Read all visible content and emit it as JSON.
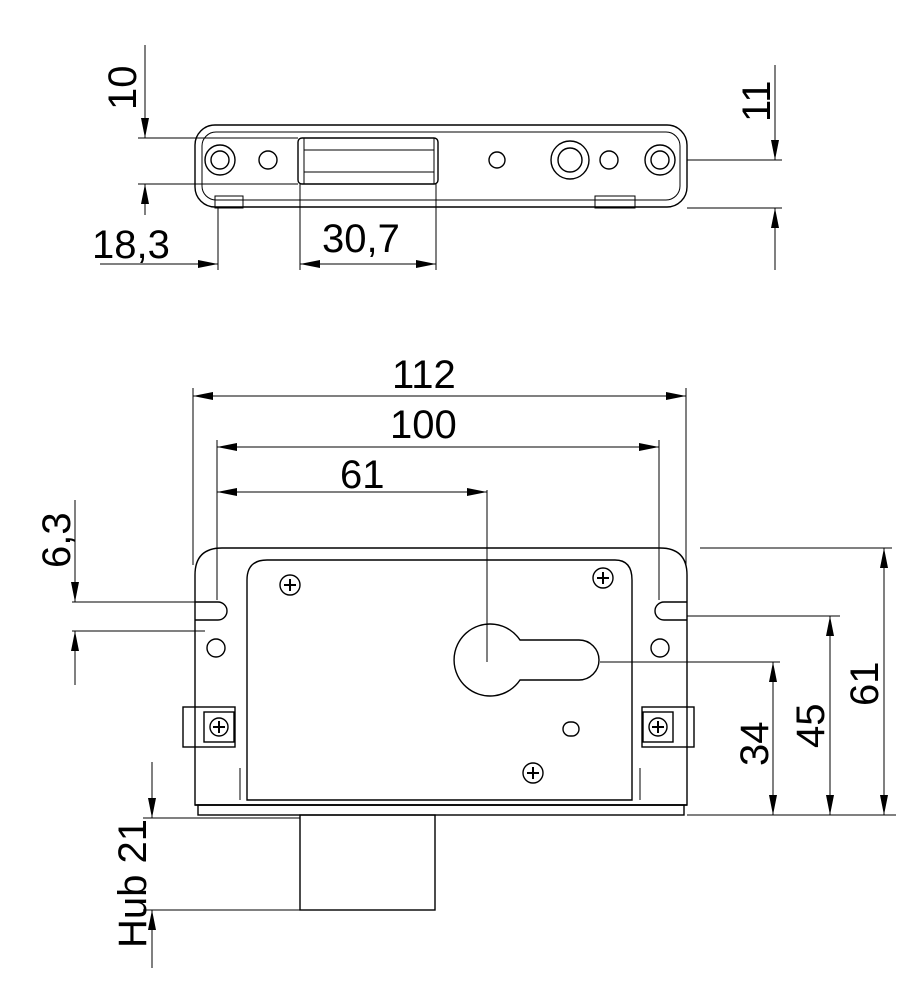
{
  "dimensions": {
    "top_height": "10",
    "top_right": "11",
    "top_offset": "18,3",
    "top_bolt": "30,7",
    "width_overall": "112",
    "width_holes": "100",
    "backset": "61",
    "slot_offset": "6,3",
    "height_34": "34",
    "height_45": "45",
    "height_61": "61",
    "throw": "Hub 21"
  },
  "colors": {
    "line": "#000000",
    "background": "#ffffff"
  }
}
